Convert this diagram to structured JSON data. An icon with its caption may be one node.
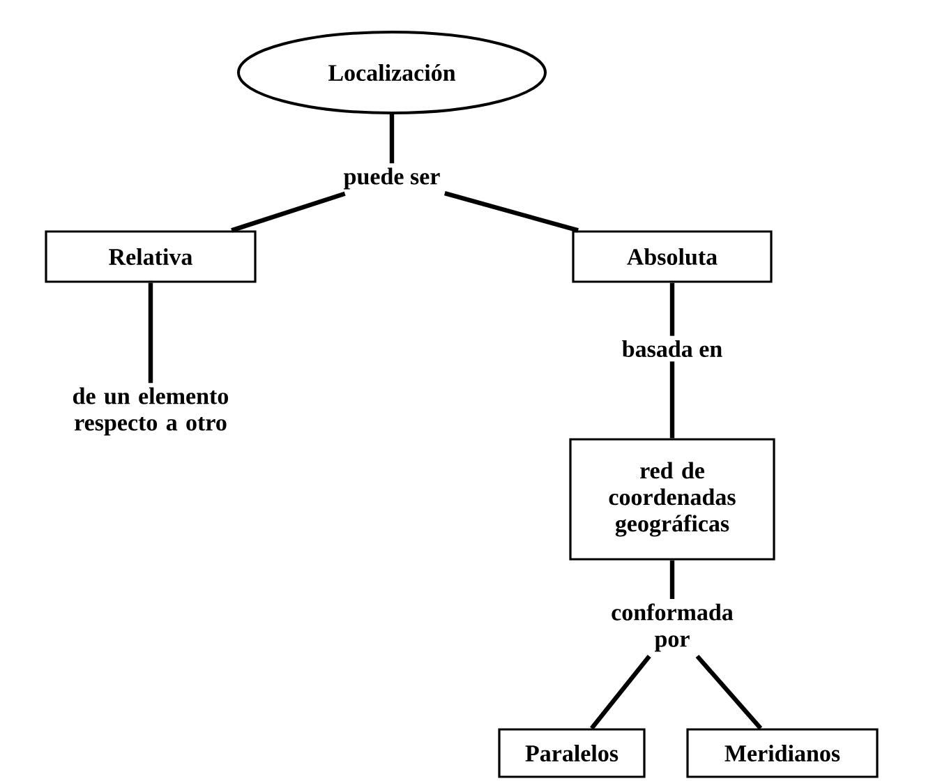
{
  "diagram": {
    "nodes": [
      {
        "text": [
          "Localización"
        ]
      },
      {
        "text": [
          "puede ser"
        ]
      },
      {
        "text": [
          "Relativa"
        ]
      },
      {
        "text": [
          "Absoluta"
        ]
      },
      {
        "text": [
          "de un elemento respecto a otro"
        ]
      },
      {
        "text": [
          "basada en"
        ]
      },
      {
        "text": [
          "red de coordenadas geográficas"
        ]
      },
      {
        "text": [
          "conformada por"
        ]
      },
      {
        "text": [
          "Paralelos"
        ]
      },
      {
        "text": [
          "Meridianos"
        ]
      }
    ],
    "edges": [
      {
        "from": 0,
        "to": 1,
        "arrow": "none"
      },
      {
        "from": 1,
        "to": 2,
        "arrow": "none"
      },
      {
        "from": 1,
        "to": 3,
        "arrow": "none"
      },
      {
        "from": 2,
        "to": 4,
        "arrow": "none"
      },
      {
        "from": 3,
        "to": 5,
        "arrow": "none"
      },
      {
        "from": 5,
        "to": 6,
        "arrow": "none"
      },
      {
        "from": 6,
        "to": 7,
        "arrow": "none"
      },
      {
        "from": 7,
        "to": 8,
        "arrow": "none"
      },
      {
        "from": 7,
        "to": 9,
        "arrow": "none"
      }
    ]
  }
}
